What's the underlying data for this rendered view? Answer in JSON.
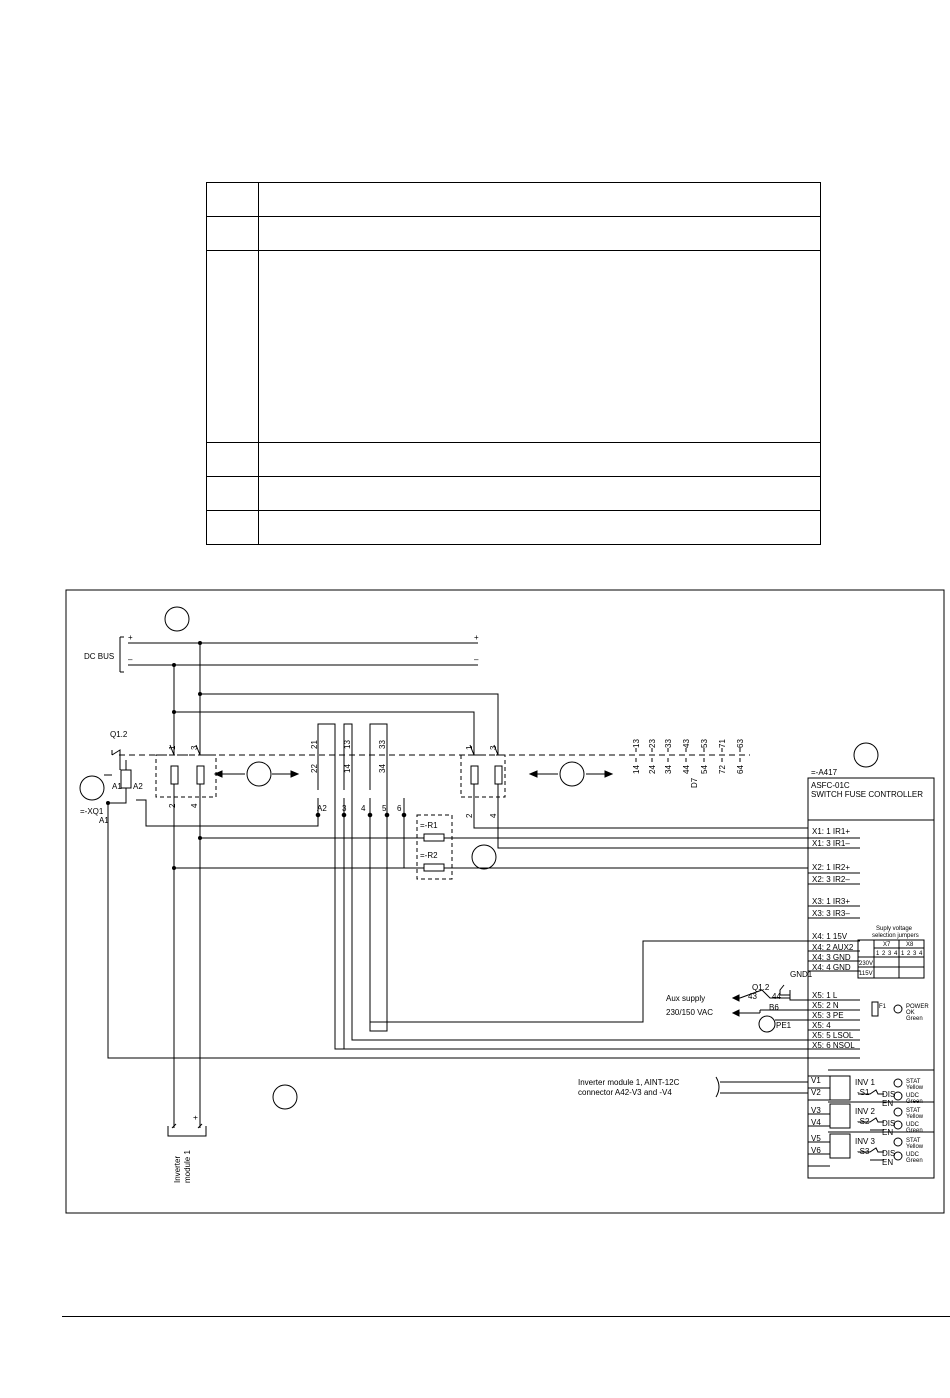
{
  "labels": {
    "dc_bus": "DC BUS",
    "bus_plus": "+",
    "bus_minus": "–",
    "q12": "Q1.2",
    "a1": "A1",
    "a2": "A2",
    "xq1": "=-XQ1",
    "xq1_a1": "A1",
    "sw_1": "1",
    "sw_2": "2",
    "sw_3": "3",
    "sw_4": "4",
    "c21": "21",
    "c22": "22",
    "c13": "13",
    "c14": "14",
    "c33": "33",
    "c34": "34",
    "t_a2": "A2",
    "t_3": "3",
    "t_4": "4",
    "t_5": "5",
    "t_6": "6",
    "r1": "=-R1",
    "r2": "=-R2",
    "right_sw_1": "1",
    "right_sw_2": "2",
    "right_sw_3": "3",
    "right_sw_4": "4",
    "aux_top": [
      "13",
      "23",
      "33",
      "43",
      "53",
      "71",
      "63"
    ],
    "aux_bottom": [
      "14",
      "24",
      "34",
      "44",
      "54",
      "72",
      "64"
    ],
    "d7": "D7",
    "a417": "=-A417",
    "ctrl_model": "ASFC-01C",
    "ctrl_title": "SWITCH FUSE CONTROLLER",
    "terminals": [
      "X1: 1  IR1+",
      "X1: 3  IR1–",
      "X2: 1  IR2+",
      "X2: 3  IR2–",
      "X3: 1  IR3+",
      "X3: 3  IR3–",
      "X4: 1  15V",
      "X4: 2  AUX2",
      "X4: 3  GND",
      "X4: 4  GND",
      "X5: 1  L",
      "X5: 2  N",
      "X5: 3  PE",
      "X5: 4",
      "X5: 5  LSOL",
      "X5: 6  NSOL"
    ],
    "supply_sel_1": "Suply voltage",
    "supply_sel_2": "selection  jumpers",
    "x7": "X7",
    "x8": "X8",
    "v230": "230V",
    "v115": "115V",
    "jumper_nums": [
      "1",
      "2",
      "3",
      "4",
      "1",
      "2",
      "3",
      "4"
    ],
    "gnd1": "GND1",
    "q12b": "Q1.2",
    "c43": "43",
    "c44": "44",
    "b6": "B6",
    "aux_supply": "Aux supply",
    "aux_voltage": "230/150 VAC",
    "pe1": "PE1",
    "f1": "F1",
    "power_ok": [
      "POWER",
      "OK",
      "Green"
    ],
    "inverter_note_1": "Inverter module 1, AINT-12C",
    "inverter_note_2": "connector A42-V3 and -V4",
    "v_terms": [
      "V1",
      "V2",
      "V3",
      "V4",
      "V5",
      "V6"
    ],
    "inv_names": [
      "INV 1",
      "INV 2",
      "INV 3"
    ],
    "s_names": [
      "-S1",
      "-S2",
      "-S3"
    ],
    "dis": "DIS",
    "en": "EN",
    "stat": "STAT",
    "yellow": "Yellow",
    "udc": "UDC",
    "green": "Green",
    "inv_module_1": "Inverter",
    "inv_module_2": "module 1",
    "plus": "+",
    "minus": "–"
  },
  "colors": {
    "line": "#000000",
    "dash": "#000000"
  }
}
